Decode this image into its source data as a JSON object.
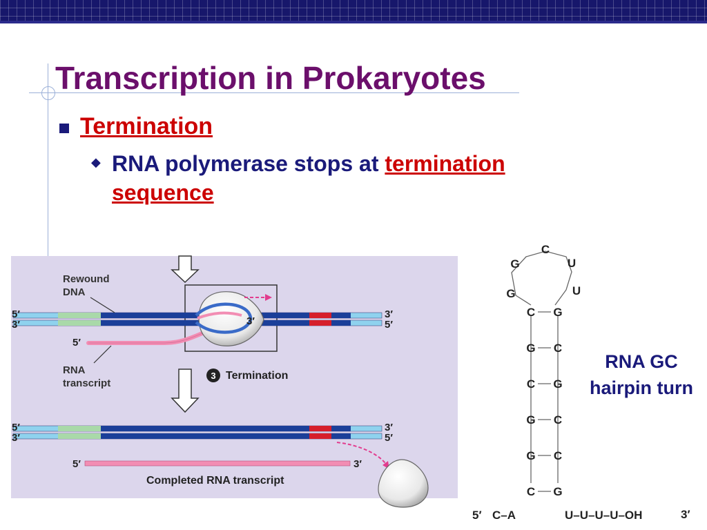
{
  "slide": {
    "title": "Transcription in Prokaryotes",
    "bullet1": "Termination",
    "bullet2_prefix": "RNA polymerase stops at ",
    "bullet2_highlight_line1": "termination",
    "bullet2_highlight_line2": "sequence"
  },
  "figure": {
    "rewound_dna_l1": "Rewound",
    "rewound_dna_l2": "DNA",
    "rna_transcript_l1": "RNA",
    "rna_transcript_l2": "transcript",
    "step_number": "3",
    "step_label": "Termination",
    "completed_label": "Completed RNA transcript",
    "five_prime": "5′",
    "three_prime": "3′"
  },
  "hairpin": {
    "label_line1": "RNA GC",
    "label_line2": "hairpin turn",
    "loop": [
      "G",
      "C",
      "U",
      "G",
      "U"
    ],
    "left_stem": [
      "C",
      "G",
      "C",
      "G",
      "G",
      "C"
    ],
    "right_stem": [
      "G",
      "C",
      "G",
      "C",
      "C",
      "G"
    ],
    "five_end": "5′",
    "bottom_left": "C–A",
    "bottom_right": "U–U–U–U–OH",
    "three_end": "3′"
  },
  "colors": {
    "title": "#6b0f6b",
    "highlight": "#cc0000",
    "body_text": "#1a1a7a",
    "dna_dark": "#1b3f99",
    "dna_light": "#8fd2ee",
    "dna_green": "#a9d9a9",
    "termination_site": "#d61f2b",
    "rna": "#f28db3",
    "figure_background": "#dcd6ec"
  }
}
